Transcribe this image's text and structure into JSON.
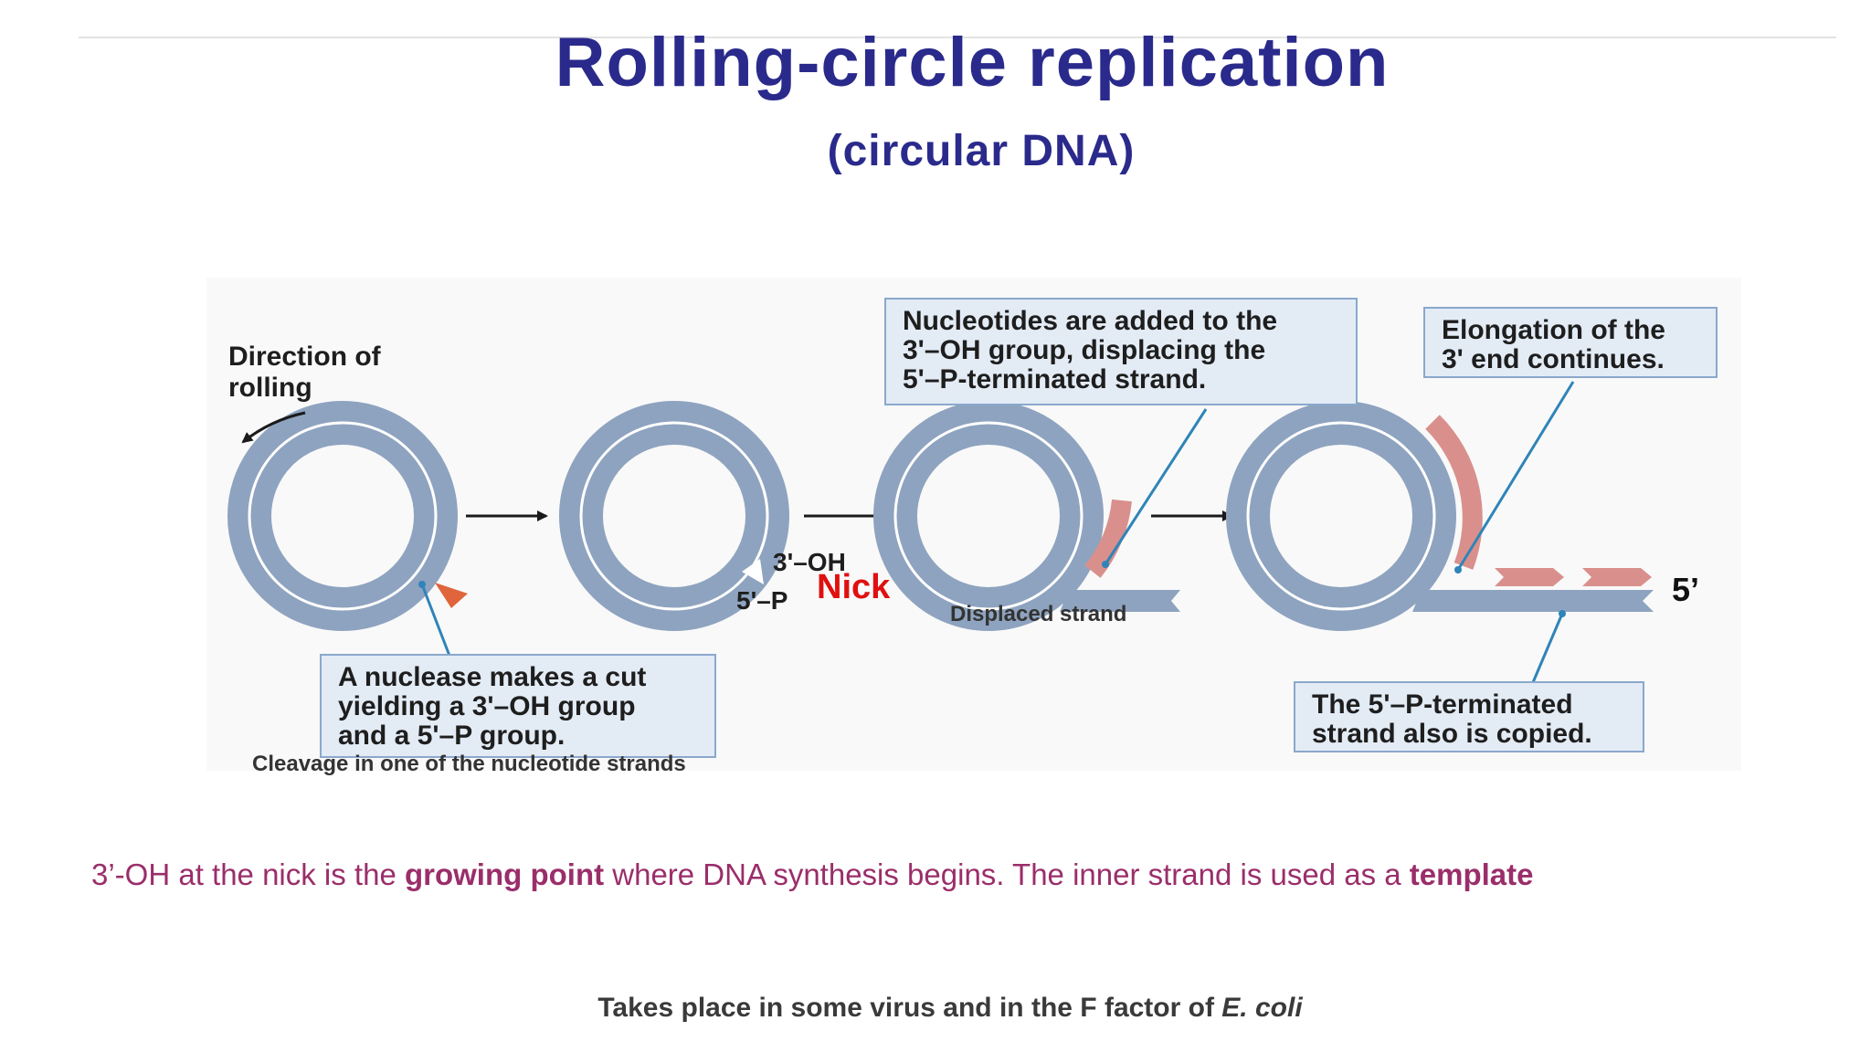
{
  "title": "Rolling-circle replication",
  "subtitle": "(circular DNA)",
  "diagram": {
    "direction_label_line1": "Direction of",
    "direction_label_line2": "rolling",
    "nuclease_callout": {
      "line1": "A nuclease makes a cut",
      "line2": "yielding a 3'–OH group",
      "line3": "and a 5'–P group."
    },
    "cleavage_caption": "Cleavage in one of the nucleotide strands",
    "oh_label": "3'–OH",
    "p_label": "5'–P",
    "nick_label": "Nick",
    "nucleotides_callout": {
      "line1": "Nucleotides are added to the",
      "line2": "3'–OH group, displacing the",
      "line3": "5'–P-terminated strand."
    },
    "displaced_strand_label": "Displaced strand",
    "elongation_callout": {
      "line1": "Elongation of the",
      "line2": "3' end continues."
    },
    "five_prime_label": "5’",
    "copied_callout": {
      "line1": "The 5'–P-terminated",
      "line2": "strand also is copied."
    },
    "colors": {
      "dna": "#8ea3bf",
      "new_strand": "#d9908c",
      "pointer": "#2f84b8",
      "nick_text": "#e01010"
    }
  },
  "caption": {
    "part1": "3’-OH at the nick is the ",
    "bold1": "growing point",
    "part2": " where DNA synthesis begins. The inner strand is used as a ",
    "bold2": "template"
  },
  "footnote": {
    "text": "Takes place in some virus and in the F factor of ",
    "italic": "E. coli"
  }
}
